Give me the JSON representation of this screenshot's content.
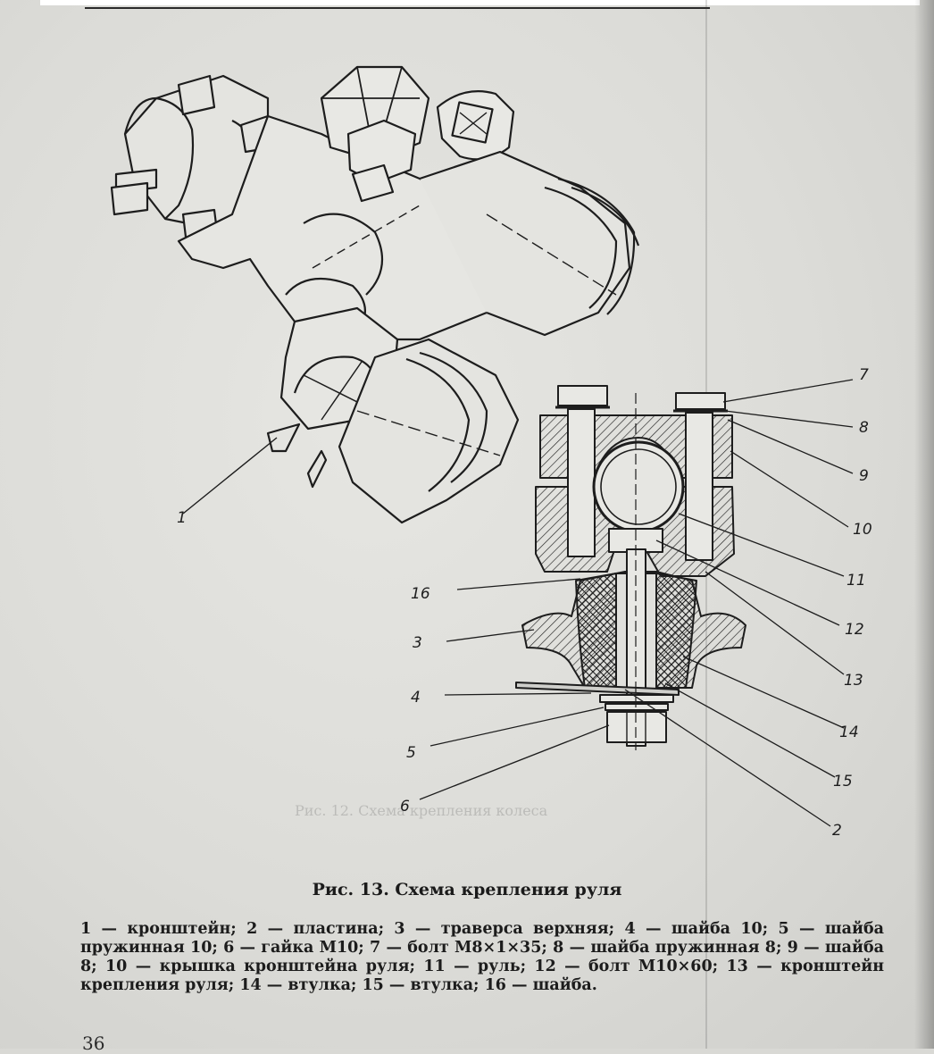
{
  "figure": {
    "title": "Рис. 13. Схема крепления руля",
    "legend_text": "1 — кронштейн; 2 — пластина; 3 — траверса верхняя; 4 — шайба 10; 5 — шайба пружинная 10; 6 — гайка М10; 7 — болт М8×1×35; 8 — шайба пружинная 8; 9 — шайба 8; 10 — крышка кронштейна руля; 11 — руль; 12 — болт М10×60; 13 — кронштейн крепления руля; 14 — втулка; 15 — втулка; 16 — шайба.",
    "callouts": {
      "c1": "1",
      "c2": "2",
      "c3": "3",
      "c4": "4",
      "c5": "5",
      "c6": "6",
      "c7": "7",
      "c8": "8",
      "c9": "9",
      "c10": "10",
      "c11": "11",
      "c12": "12",
      "c13": "13",
      "c14": "14",
      "c15": "15",
      "c16": "16"
    }
  },
  "bleed_through": {
    "caption": "Рис. 12. Схема крепления колеса"
  },
  "page_number": "36"
}
